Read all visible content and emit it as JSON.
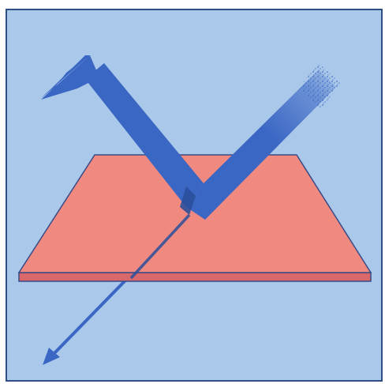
{
  "colors": {
    "background": "#aac8ea",
    "frame": "#2e4f86",
    "slab_top": "#f08a80",
    "slab_edge": "#d9686a",
    "slab_outline": "#3a4a86",
    "beam": "#3a66c4",
    "beam_dark": "#2b4f9c",
    "page": "#ffffff"
  },
  "icons": {
    "incident_ray": "incident-light-beam",
    "reflected_ray": "reflected-arrow",
    "refracted_ray": "transmitted-arrow",
    "surface": "reflective-slab"
  }
}
